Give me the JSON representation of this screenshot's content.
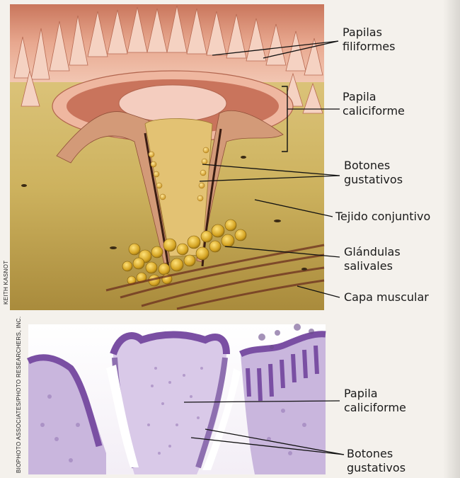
{
  "labels": {
    "papilas_filiformes": "Papilas\nfiliformes",
    "papila_caliciforme_top": "Papila\ncaliciforme",
    "botones_gustativos_top": "Botones\ngustativos",
    "tejido_conjuntivo": "Tejido conjuntivo",
    "glandulas_salivales": "Glándulas\nsalivales",
    "capa_muscular": "Capa muscular",
    "papila_caliciforme_bottom": "Papila\ncaliciforme",
    "botones_gustativos_bottom": "Botones\ngustativos"
  },
  "credits": {
    "illustration": "KEITH KASNOT",
    "micrograph": "BIOPHOTO ASSOCIATES/PHOTO RESEARCHERS, INC."
  },
  "colors": {
    "epithelium": "#e9b39f",
    "tissue": "#d8c27a",
    "gland": "#d8ad2a",
    "muscle": "#7a3b2a",
    "stain_purple": "#8e6fb0",
    "stain_pink": "#c9b6dd"
  }
}
